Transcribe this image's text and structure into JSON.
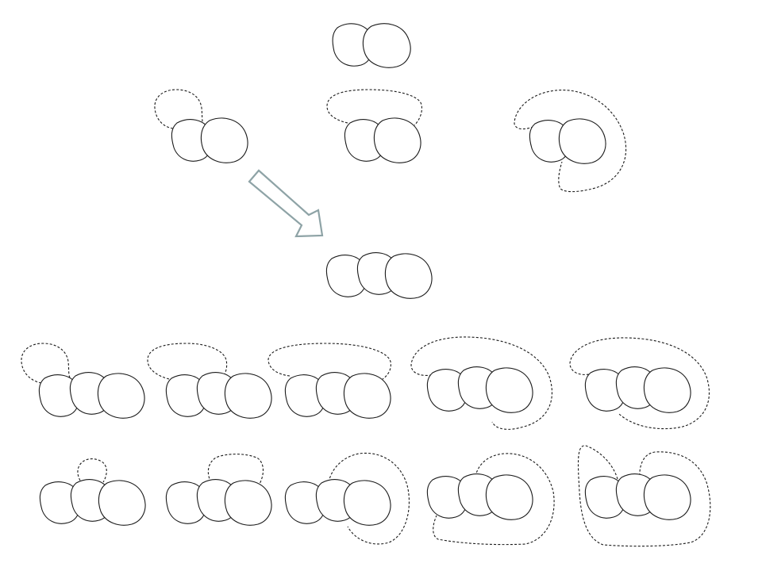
{
  "diagram": {
    "type": "schematic",
    "colors": {
      "outline": "#1a1a1a",
      "arrow": "#8ea3a6",
      "background": "#ffffff"
    },
    "groups": [
      {
        "name": "two-unit-base",
        "units": 2,
        "loop": "none"
      },
      {
        "name": "two-unit-loop-a",
        "units": 2,
        "loop": "dashed"
      },
      {
        "name": "two-unit-loop-b",
        "units": 2,
        "loop": "dashed"
      },
      {
        "name": "two-unit-loop-c",
        "units": 2,
        "loop": "dashed"
      },
      {
        "name": "three-unit-base",
        "units": 3,
        "loop": "none"
      },
      {
        "name": "three-unit-loop-row1-1",
        "units": 3,
        "loop": "dashed"
      },
      {
        "name": "three-unit-loop-row1-2",
        "units": 3,
        "loop": "dashed"
      },
      {
        "name": "three-unit-loop-row1-3",
        "units": 3,
        "loop": "dashed"
      },
      {
        "name": "three-unit-loop-row1-4",
        "units": 3,
        "loop": "dashed"
      },
      {
        "name": "three-unit-loop-row1-5",
        "units": 3,
        "loop": "dashed"
      },
      {
        "name": "three-unit-loop-row2-1",
        "units": 3,
        "loop": "dashed"
      },
      {
        "name": "three-unit-loop-row2-2",
        "units": 3,
        "loop": "dashed"
      },
      {
        "name": "three-unit-loop-row2-3",
        "units": 3,
        "loop": "dashed"
      },
      {
        "name": "three-unit-loop-row2-4",
        "units": 3,
        "loop": "dashed"
      },
      {
        "name": "three-unit-loop-row2-5",
        "units": 3,
        "loop": "dashed"
      }
    ],
    "arrow": {
      "name": "transition-arrow",
      "direction": "down-right"
    }
  }
}
